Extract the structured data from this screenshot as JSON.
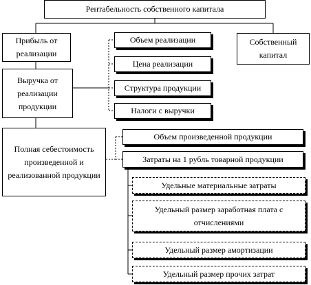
{
  "nodes": {
    "root": "Рентабельность собственного капитала",
    "profit": "Прибыль от реализации",
    "revenue": "Выручка от реализации продукции",
    "cost": "Полная себестоимость произведенной и реализованной продукции",
    "equity": "Собственный капитал",
    "volume_sales": "Объем реализации",
    "price": "Цена реализации",
    "structure": "Структура продукции",
    "taxes": "Налоги с выручки",
    "volume_produced": "Объем произведенной продукции",
    "cost_per_ruble": "Затраты на 1 рубль товарной продукции",
    "material": "Удельные материальные затраты",
    "salary": "Удельный размер заработная плата с отчислениями",
    "amortization": "Удельный размер амортизации",
    "other": "Удельный размер прочих затрат"
  },
  "colors": {
    "border": "#000000",
    "background": "#ffffff"
  }
}
